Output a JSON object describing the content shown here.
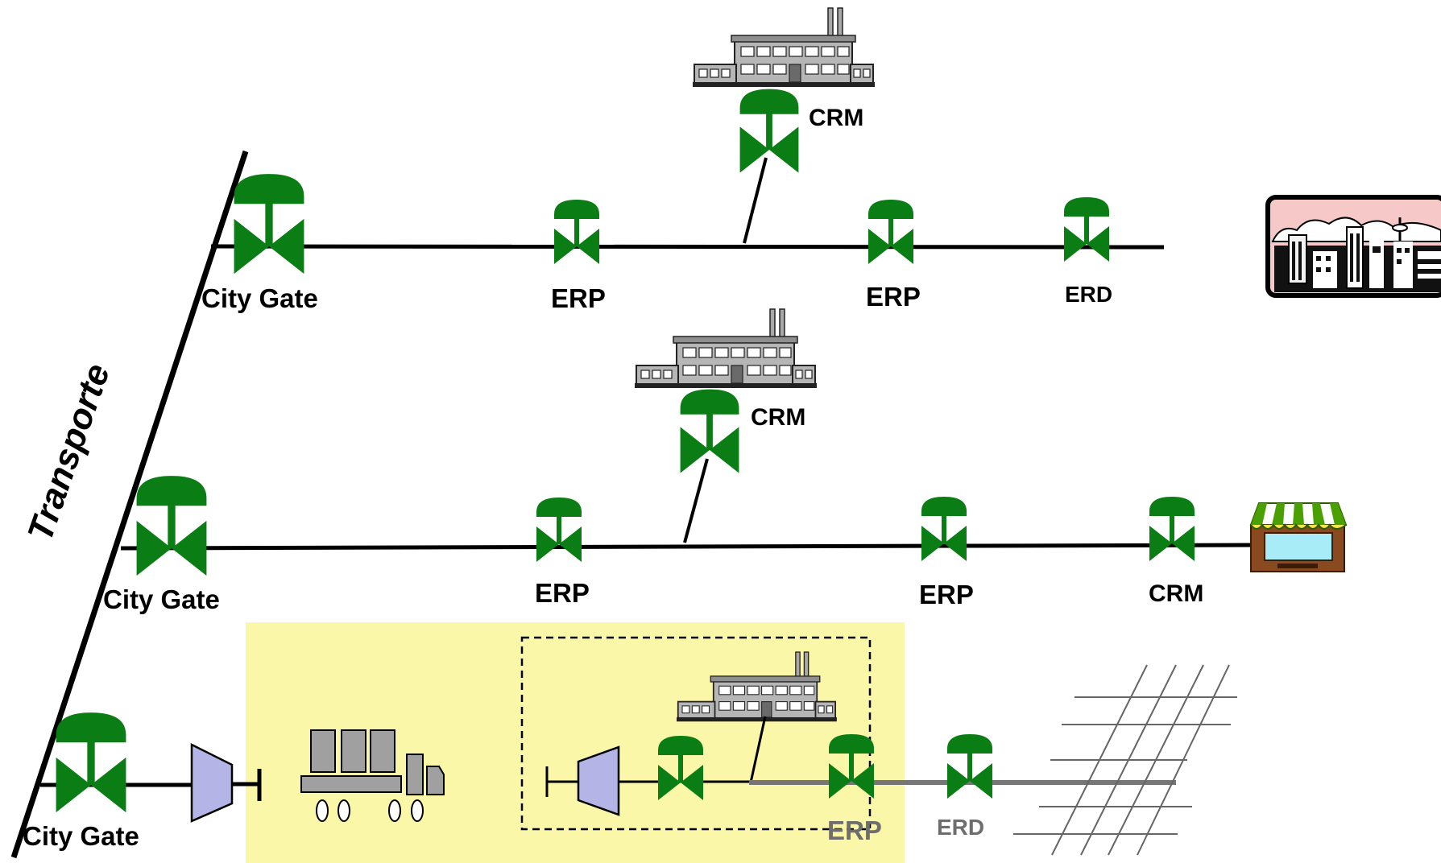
{
  "axis_label": "Transporte",
  "colors": {
    "valve": "#0a7d14",
    "line": "#000000",
    "pipe_gray": "#767676",
    "highlight": "#fbf7a8",
    "compressor": "#b4b4e6",
    "truck": "#a0a0a0",
    "label_gray": "#6e6e6e"
  },
  "row1": {
    "city_gate_label": "City Gate",
    "erp1_label": "ERP",
    "erp2_label": "ERP",
    "erd_label": "ERD",
    "crm_label": "CRM",
    "industry_icon": "factory-icon",
    "end_icon": "city-skyline-icon"
  },
  "row2": {
    "city_gate_label": "City Gate",
    "erp1_label": "ERP",
    "erp2_label": "ERP",
    "crm_end_label": "CRM",
    "crm_branch_label": "CRM",
    "industry_icon": "factory-icon",
    "end_icon": "shop-icon"
  },
  "row3": {
    "city_gate_label": "City Gate",
    "erp_label": "ERP",
    "erd_label": "ERD",
    "compressor_icon": "compressor-icon",
    "truck_icon": "tanker-truck-icon",
    "industry_icon": "factory-icon",
    "network_icon": "distribution-grid-icon"
  }
}
